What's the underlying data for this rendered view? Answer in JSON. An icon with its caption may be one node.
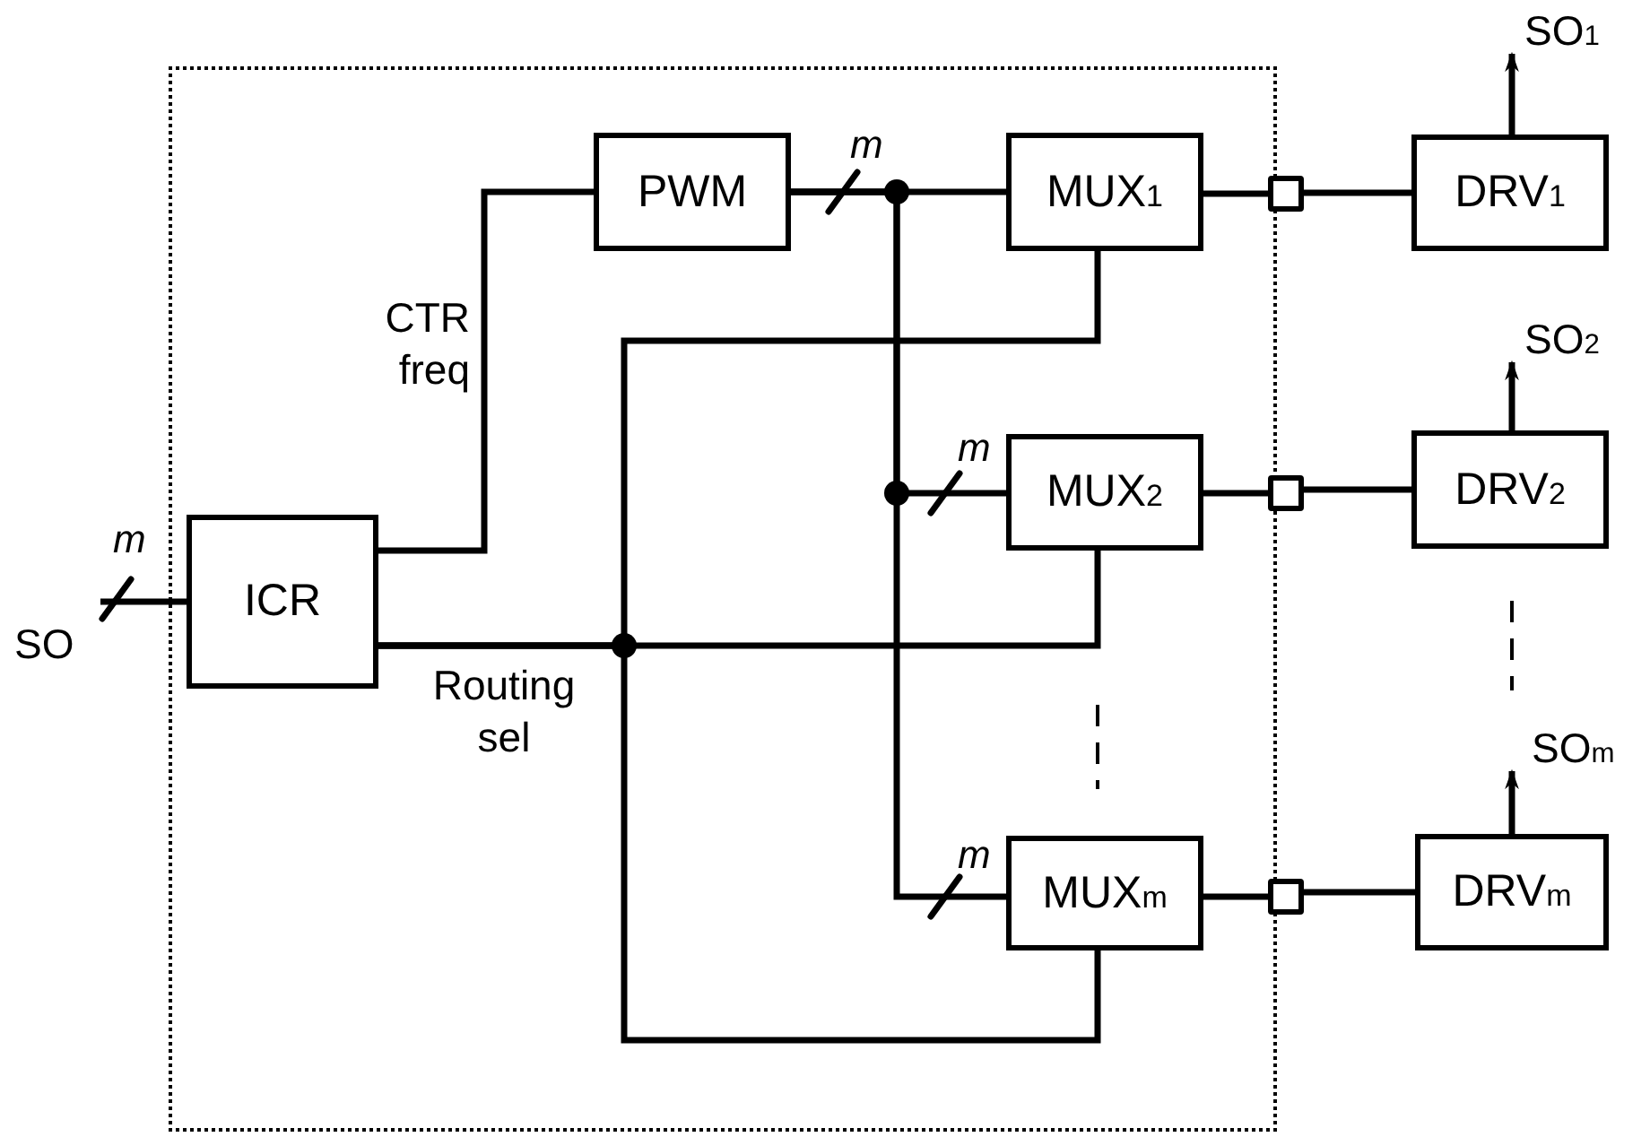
{
  "diagram": {
    "nodes": [
      {
        "text": [],
        "shape": "box"
      },
      {
        "text": [
          "ICR"
        ],
        "in": 0
      },
      {
        "text": [
          "PWM"
        ],
        "in": 0
      },
      {
        "text": [
          "MUX$_{1}$"
        ],
        "in": 0
      },
      {
        "text": [
          "MUX$_{2}$"
        ],
        "in": 0
      },
      {
        "text": [
          "MUX$_{m}$"
        ],
        "in": 0
      },
      {
        "text": [],
        "shape": "box"
      },
      {
        "text": [],
        "shape": "box"
      },
      {
        "text": [],
        "shape": "box"
      },
      {
        "text": [
          "DRV$_{1}$"
        ]
      },
      {
        "text": [
          "DRV$_{2}$"
        ]
      },
      {
        "text": [
          "DRV$_{m}$"
        ]
      },
      {
        "text": [
          "SO"
        ]
      },
      {
        "text": [
          "SO$_{1}$"
        ]
      },
      {
        "text": [
          "SO$_{2}$"
        ]
      },
      {
        "text": [
          "SO$_{m}$"
        ]
      }
    ],
    "edges": [
      {
        "from": 12,
        "to": 1,
        "arrow": "none"
      },
      {
        "from": 1,
        "to": 2,
        "arrow": "none",
        "label": "CTR freq"
      },
      {
        "from": 2,
        "to": 3,
        "arrow": "none"
      },
      {
        "from": 2,
        "to": 4,
        "arrow": "none"
      },
      {
        "from": 2,
        "to": 5,
        "arrow": "none"
      },
      {
        "from": 1,
        "to": 3,
        "arrow": "none",
        "label": "Routing sel"
      },
      {
        "from": 1,
        "to": 4,
        "arrow": "none"
      },
      {
        "from": 1,
        "to": 5,
        "arrow": "none"
      },
      {
        "from": 3,
        "to": 6,
        "arrow": "none"
      },
      {
        "from": 6,
        "to": 9,
        "arrow": "none"
      },
      {
        "from": 4,
        "to": 7,
        "arrow": "none"
      },
      {
        "from": 7,
        "to": 10,
        "arrow": "none"
      },
      {
        "from": 5,
        "to": 8,
        "arrow": "none"
      },
      {
        "from": 8,
        "to": 11,
        "arrow": "none"
      },
      {
        "from": 9,
        "to": 13,
        "arrow": "to"
      },
      {
        "from": 10,
        "to": 14,
        "arrow": "to"
      },
      {
        "from": 11,
        "to": 15,
        "arrow": "to"
      }
    ],
    "labels": [
      "m",
      "m",
      "m",
      "m"
    ]
  }
}
